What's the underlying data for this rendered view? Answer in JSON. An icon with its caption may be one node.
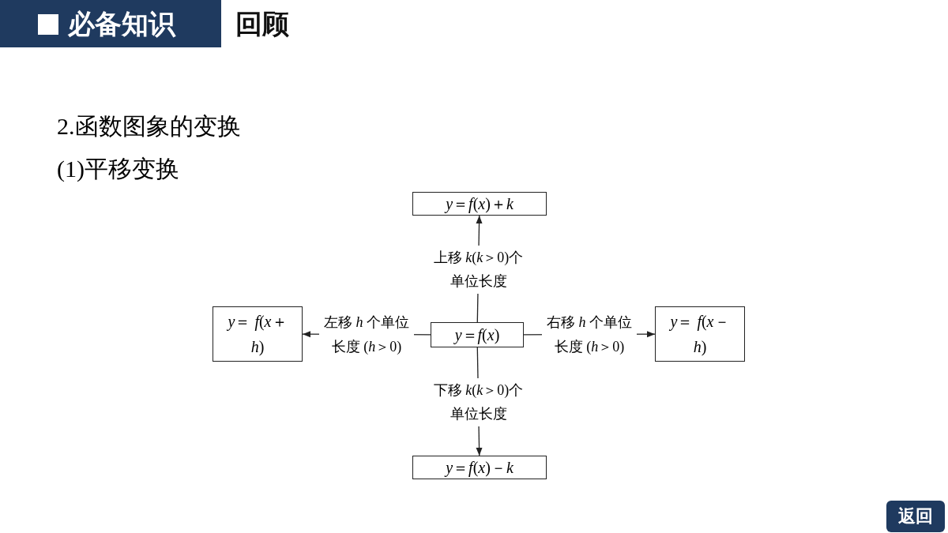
{
  "diagram": {
    "nodes": [
      {
        "text": [
          "*y*＝*f*(*x*)＋*k*"
        ]
      },
      {
        "text": [
          "*y*＝ *f*(*x*＋*h*)"
        ]
      },
      {
        "text": [
          "*y*＝*f*(*x*)"
        ]
      },
      {
        "text": [
          "*y*＝ *f*(*x*－*h*)"
        ]
      },
      {
        "text": [
          "*y*＝*f*(*x*)－*k*"
        ]
      }
    ],
    "edges": [
      {
        "from": 2,
        "to": 0,
        "arrow": "to",
        "label": "上移 *k*(*k*＞0)个单位长度"
      },
      {
        "from": 2,
        "to": 1,
        "arrow": "to",
        "label": "左移 *h* 个单位长度 (*h*＞0)"
      },
      {
        "from": 2,
        "to": 3,
        "arrow": "to",
        "label": "右移 *h* 个单位长度 (*h*＞0)"
      },
      {
        "from": 2,
        "to": 4,
        "arrow": "to",
        "label": "下移 *k*(*k*＞0)个单位长度"
      }
    ],
    "labels": [
      "必备知识",
      "回顾",
      "2.函数图象的变换",
      "(1)平移变换",
      "返回"
    ]
  }
}
